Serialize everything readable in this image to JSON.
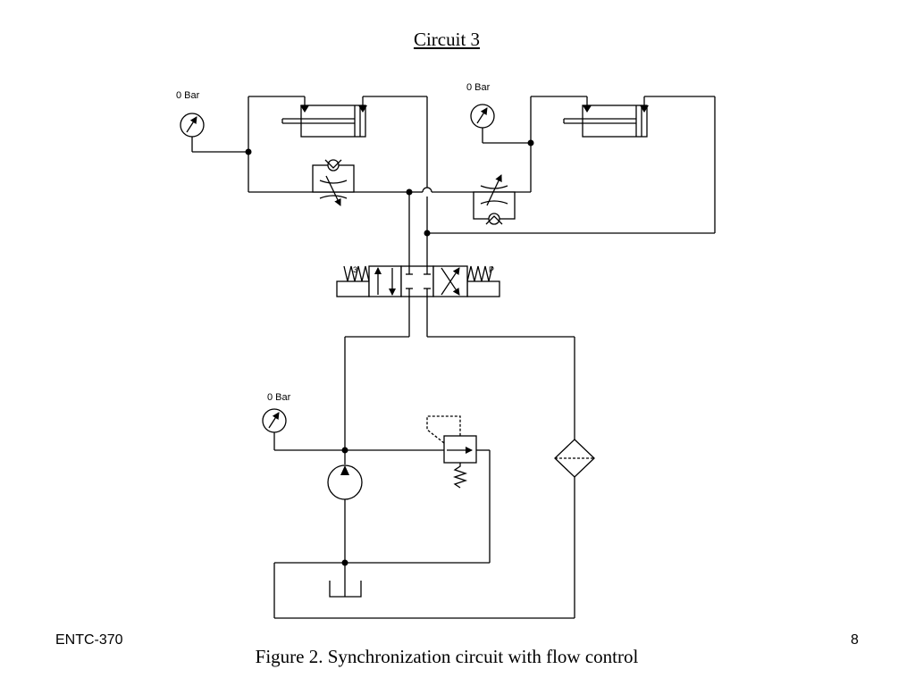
{
  "slide": {
    "title": "Circuit 3",
    "caption": "Figure 2. Synchronization circuit with flow control",
    "footer_left": "ENTC-370",
    "page_number": "8"
  },
  "gauges": {
    "left_cylinder_gauge": "0 Bar",
    "right_cylinder_gauge": "0 Bar",
    "pump_gauge": "0 Bar"
  },
  "valve": {
    "left_spring_label": "3",
    "right_spring_label": "P"
  }
}
